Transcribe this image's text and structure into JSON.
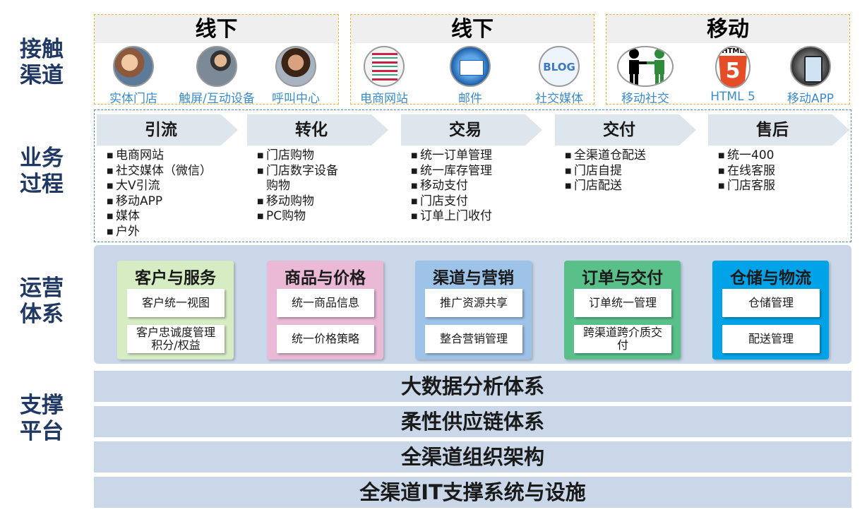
{
  "labels": {
    "contact": [
      "接触",
      "渠道"
    ],
    "process": [
      "业务",
      "过程"
    ],
    "ops": [
      "运营",
      "体系"
    ],
    "platform": [
      "支撑",
      "平台"
    ]
  },
  "groups": [
    {
      "title": "线下",
      "items": [
        {
          "label": "实体门店",
          "icon": "store-photo-icon"
        },
        {
          "label": "触屏/互动设备",
          "icon": "touchscreen-photo-icon"
        },
        {
          "label": "呼叫中心",
          "icon": "call-center-photo-icon"
        }
      ]
    },
    {
      "title": "线下",
      "items": [
        {
          "label": "电商网站",
          "icon": "website-icon"
        },
        {
          "label": "邮件",
          "icon": "email-icon"
        },
        {
          "label": "社交媒体",
          "icon": "blog-icon"
        }
      ]
    },
    {
      "title": "移动",
      "items": [
        {
          "label": "移动社交",
          "icon": "people-icon"
        },
        {
          "label": "HTML 5",
          "icon": "html5-icon",
          "badge": "HTML",
          "number": "5"
        },
        {
          "label": "移动APP",
          "icon": "mobile-app-icon"
        }
      ]
    }
  ],
  "blog_text": "BLOG",
  "stages": [
    {
      "title": "引流",
      "items": [
        "电商网站",
        "社交媒体（微信）",
        "大V引流",
        "移动APP",
        "媒体",
        "户外"
      ]
    },
    {
      "title": "转化",
      "items": [
        "门店购物",
        "门店数字设备",
        "移动购物",
        "PC购物"
      ],
      "wrap": "购物"
    },
    {
      "title": "交易",
      "items": [
        "统一订单管理",
        "统一库存管理",
        "移动支付",
        "门店支付",
        "订单上门收付"
      ]
    },
    {
      "title": "交付",
      "items": [
        "全渠道仓配送",
        "门店自提",
        "门店配送"
      ]
    },
    {
      "title": "售后",
      "items": [
        "统一400",
        "在线客服",
        "门店客服"
      ]
    }
  ],
  "ops": [
    {
      "title": "客户与服务",
      "color": "#d6ecc3",
      "items": [
        "客户统一视图",
        "客户忠诚度管理积分/权益"
      ],
      "item2_lines": [
        "客户忠诚度管理",
        "积分/权益"
      ]
    },
    {
      "title": "商品与价格",
      "color": "#e9b9d6",
      "items": [
        "统一商品信息",
        "统一价格策略"
      ]
    },
    {
      "title": "渠道与营销",
      "color": "#9dc3e8",
      "items": [
        "推广资源共享",
        "整合营销管理"
      ]
    },
    {
      "title": "订单与交付",
      "color": "#59c08a",
      "items": [
        "订单统一管理",
        "跨渠道跨介质交付"
      ],
      "item2_lines": [
        "跨渠道跨介质交",
        "付"
      ]
    },
    {
      "title": "仓储与物流",
      "color": "#00a2e8",
      "items": [
        "仓储管理",
        "配送管理"
      ]
    }
  ],
  "platform": [
    "大数据分析体系",
    "柔性供应链体系",
    "全渠道组织架构",
    "全渠道IT支撑系统与设施"
  ],
  "colors": {
    "label": "#1f3864",
    "link": "#3a8ccc",
    "html5": "#e44d26",
    "people": "#2e8b3a"
  }
}
